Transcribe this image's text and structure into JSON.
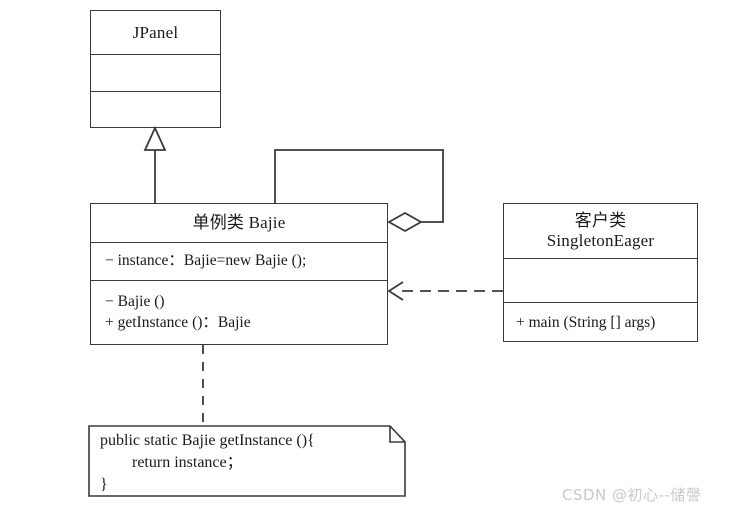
{
  "diagram": {
    "kind": "uml-class-diagram",
    "background_color": "#ffffff",
    "line_color": "#3a3a3a",
    "text_color": "#1a1a1a"
  },
  "classes": {
    "jpanel": {
      "name": "JPanel",
      "attributes": "",
      "operations": ""
    },
    "singleton": {
      "name": "单例类  Bajie",
      "attributes": "− instance：Bajie=new Bajie ();",
      "operations_line1": "− Bajie ()",
      "operations_line2": "+ getInstance ()：Bajie"
    },
    "client": {
      "name_line1": "客户类",
      "name_line2": "SingletonEager",
      "attributes": "",
      "operations": "+ main (String [] args)"
    }
  },
  "note": {
    "line1": "public static Bajie getInstance (){",
    "line2": "        return instance；",
    "line3": "}"
  },
  "relations": {
    "generalization": {
      "label": "",
      "from": "单例类  Bajie",
      "to": "JPanel",
      "type": "generalization"
    },
    "aggregation": {
      "label": "",
      "from": "单例类  Bajie",
      "to": "单例类  Bajie",
      "type": "self-aggregation"
    },
    "dependency": {
      "label": "",
      "from": "SingletonEager",
      "to": "单例类  Bajie",
      "type": "dependency"
    },
    "note_link": {
      "label": "",
      "from": "单例类  Bajie",
      "to": "note",
      "type": "note-anchor"
    }
  },
  "watermark": {
    "text": "CSDN @初心--储謦",
    "color": "#c9c9c9"
  }
}
